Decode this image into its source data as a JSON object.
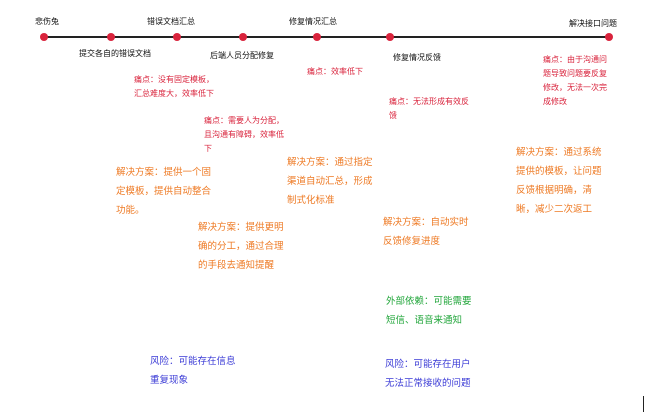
{
  "stages": [
    {
      "label": "悲伤兔"
    },
    {
      "label": "提交各自的错误文档"
    },
    {
      "label": "错误文档汇总"
    },
    {
      "label": "后端人员分配修复"
    },
    {
      "label": "修复情况汇总"
    },
    {
      "label": "修复情况反馈"
    },
    {
      "label": "解决接口问题"
    }
  ],
  "pain_points": [
    {
      "text": "痛点：没有固定模板，\n汇总难度大，效率低下"
    },
    {
      "text": "痛点：需要人为分配，\n且沟通有障碍，效率低\n下"
    },
    {
      "text": "痛点：效率低下"
    },
    {
      "text": "痛点：无法形成有效反\n馈"
    },
    {
      "text": "痛点：由于沟通问\n题导致问题要反复\n修改，无法一次完\n成修改"
    }
  ],
  "solutions": [
    {
      "text": "解决方案：提供一个固\n定模板，提供自动整合\n功能。"
    },
    {
      "text": "解决方案：提供更明\n确的分工，通过合理\n的手段去通知提醒"
    },
    {
      "text": "解决方案：通过指定\n渠道自动汇总，形成\n制式化标准"
    },
    {
      "text": "解决方案：自动实时\n反馈修复进度"
    },
    {
      "text": "解决方案：通过系统\n提供的模板，让问题\n反馈根据明确，清\n晰，减少二次返工"
    }
  ],
  "dependencies": [
    {
      "text": "外部依赖：可能需要\n短信、语音来通知"
    }
  ],
  "risks": [
    {
      "text": "风险：可能存在信息\n重复现象"
    },
    {
      "text": "风险：可能存在用户\n无法正常接收的问题"
    }
  ],
  "colors": {
    "pain": "#d9233c",
    "solution": "#ee7a24",
    "dependency": "#22a63b",
    "risk": "#3b3bd6",
    "node": "#d9233c"
  }
}
